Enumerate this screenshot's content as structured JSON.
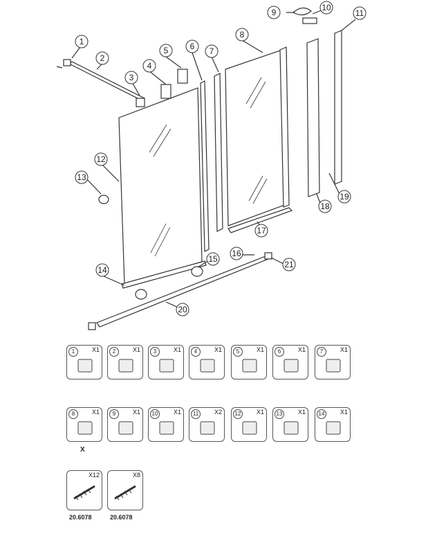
{
  "callouts": [
    "1",
    "2",
    "3",
    "4",
    "5",
    "6",
    "7",
    "8",
    "9",
    "10",
    "11",
    "12",
    "13",
    "14",
    "15",
    "16",
    "17",
    "18",
    "19",
    "20",
    "21"
  ],
  "cards": [
    {
      "num": "1",
      "qty": "X1"
    },
    {
      "num": "2",
      "qty": "X1"
    },
    {
      "num": "3",
      "qty": "X1"
    },
    {
      "num": "4",
      "qty": "X1"
    },
    {
      "num": "5",
      "qty": "X1"
    },
    {
      "num": "6",
      "qty": "X1"
    },
    {
      "num": "7",
      "qty": "X1"
    },
    {
      "num": "8",
      "qty": "X1"
    },
    {
      "num": "9",
      "qty": "X1"
    },
    {
      "num": "10",
      "qty": "X1"
    },
    {
      "num": "11",
      "qty": "X2"
    },
    {
      "num": "12",
      "qty": "X1"
    },
    {
      "num": "13",
      "qty": "X1"
    },
    {
      "num": "14",
      "qty": "X1"
    }
  ],
  "hardware": [
    {
      "qty": "X12",
      "code": "20.6078",
      "icon": "screw-icon"
    },
    {
      "qty": "X8",
      "code": "20.6078",
      "icon": "wall-plug-icon"
    }
  ],
  "note_mark": "X"
}
